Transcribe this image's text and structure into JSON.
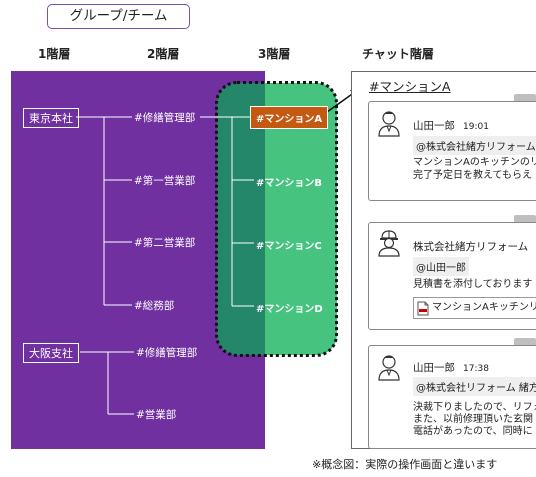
{
  "title": "グループ/チーム",
  "columns": {
    "level1": "1階層",
    "level2": "2階層",
    "level3": "3階層",
    "chat": "チャット階層"
  },
  "tree": {
    "tokyo": "東京本社",
    "osaka": "大阪支社",
    "tokyo_children": [
      "#修繕管理部",
      "#第一営業部",
      "#第二営業部",
      "#総務部"
    ],
    "osaka_children": [
      "#修繕管理部",
      "#営業部"
    ],
    "level3": [
      "#マンションA",
      "#マンションB",
      "#マンションC",
      "#マンションD"
    ]
  },
  "colors": {
    "purple": "#7030a0",
    "green_dark": "#24876a",
    "green_light": "#45c37f",
    "selected": "#c65911"
  },
  "chat": {
    "title": "#マンションA",
    "messages": [
      {
        "name": "山田一郎",
        "time": "19:01",
        "mention": "@株式会社緒方リフォーム",
        "lines": [
          "マンションAのキッチンのリフ",
          "完了予定日を教えてもらえ"
        ]
      },
      {
        "name": "株式会社緒方リフォーム",
        "mention": "@山田一郎",
        "lines": [
          "見積書を添付しております"
        ],
        "attachment": "マンションAキッチンリフ"
      },
      {
        "name": "山田一郎",
        "time": "17:38",
        "mention": "@株式会社リフォーム 緒方",
        "lines": [
          "決裁下りましたので、リフォ",
          "また、以前修理頂いた玄関",
          "電話があったので、同時に"
        ]
      }
    ]
  },
  "note": "※概念図：実際の操作画面と違います"
}
